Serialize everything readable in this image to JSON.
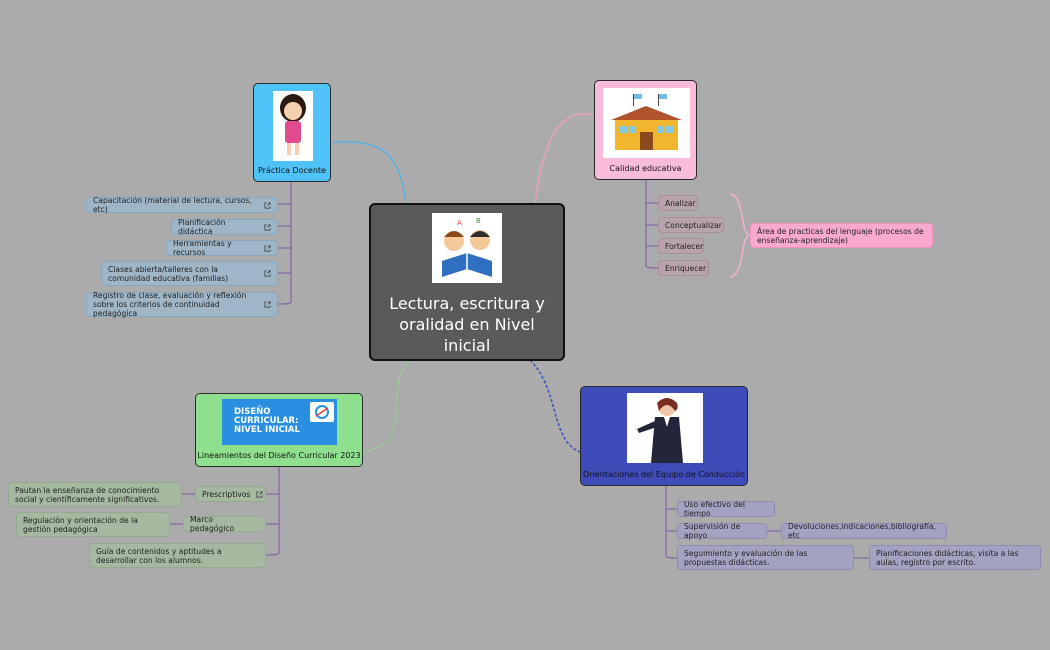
{
  "central": {
    "title": "Lectura, escritura y oralidad en Nivel inicial",
    "image": "children-reading-book"
  },
  "practica": {
    "title": "Práctica Docente",
    "image": "girl-student-illustration",
    "items": [
      "Capacitación (material de lectura, cursos, etc)",
      "Planificación didáctica",
      "Herramientas y recursos",
      "Clases abierta/talleres con la comunidad educativa (familias)",
      "Registro de clase, evaluación y reflexión sobre los criterios de continuidad pedagógica"
    ]
  },
  "calidad": {
    "title": "Calidad educativa",
    "image": "school-building-illustration",
    "items": [
      "Analizar",
      "Conceptualizar",
      "Fortalecer",
      "Enriquecer"
    ],
    "summary": "Área de practicas del lenguaje (procesos de enseñanza-aprendizaje)"
  },
  "lineamientos": {
    "title": "Lineamientos del Diseño Curricular 2023",
    "banner_line1": "DISEÑO",
    "banner_line2": "CURRICULAR:",
    "banner_line3": "NIVEL INICIAL",
    "items": [
      {
        "label": "Prescriptivos",
        "detail": "Pautan la enseñanza de conocimiento social y científicamente significativos."
      },
      {
        "label": "Marco pedagógico",
        "detail": "Regulación y orientación de la gestión pedagógica"
      },
      {
        "label": "Guía de contenidos y aptitudes a desarrollar con los alumnos.",
        "detail": ""
      }
    ]
  },
  "orientaciones": {
    "title": "Orientaciones del Equipo de Conducción",
    "image": "businesswoman-illustration",
    "items": [
      {
        "label": "Uso efectivo del tiempo",
        "detail": ""
      },
      {
        "label": "Supervisión de apoyo",
        "detail": "Devoluciones,indicaciones,bibliografía, etc"
      },
      {
        "label": "Seguimiento y  evaluación de las propuestas didácticas.",
        "detail": "Planificaciones didácticas, visita a las aulas, registro por escrito."
      }
    ]
  },
  "colors": {
    "background": "#ababab",
    "central": "#5a5a5a",
    "practica": "#4fc3f7",
    "calidad": "#f8bbd9",
    "lineamientos": "#8ee08e",
    "orientaciones": "#3f4bb8"
  }
}
